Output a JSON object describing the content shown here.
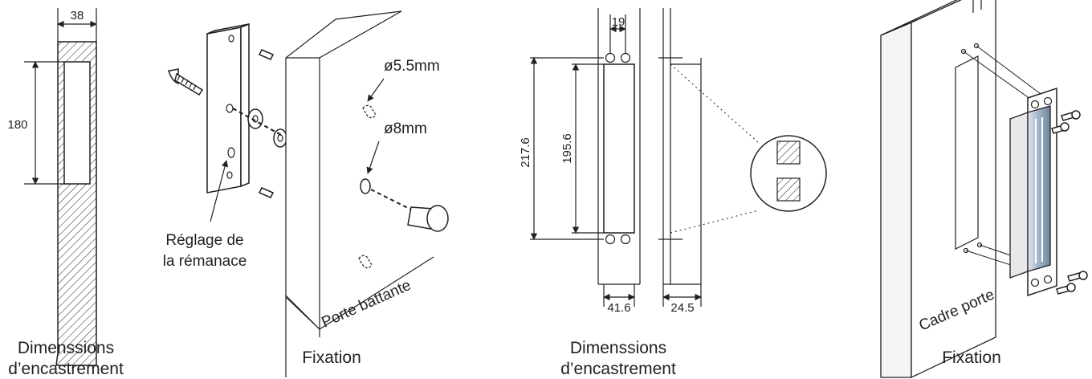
{
  "panels": [
    {
      "caption_line1": "Dimenssions",
      "caption_line2": "d’encastrement",
      "dims": {
        "width": "38",
        "height": "180"
      }
    },
    {
      "caption": "Fixation",
      "labels": {
        "adjust_line1": "Réglage de",
        "adjust_line2": "la rémanace",
        "hole1": "ø5.5mm",
        "hole2": "ø8mm",
        "door": "Porte battante"
      }
    },
    {
      "caption_line1": "Dimenssions",
      "caption_line2": "d’encastrement",
      "dims": {
        "top": "19",
        "outer_height": "217.6",
        "inner_height": "195.6",
        "width": "41.6",
        "depth": "24.5"
      }
    },
    {
      "caption": "Fixation",
      "labels": {
        "frame": "Cadre porte"
      }
    }
  ]
}
